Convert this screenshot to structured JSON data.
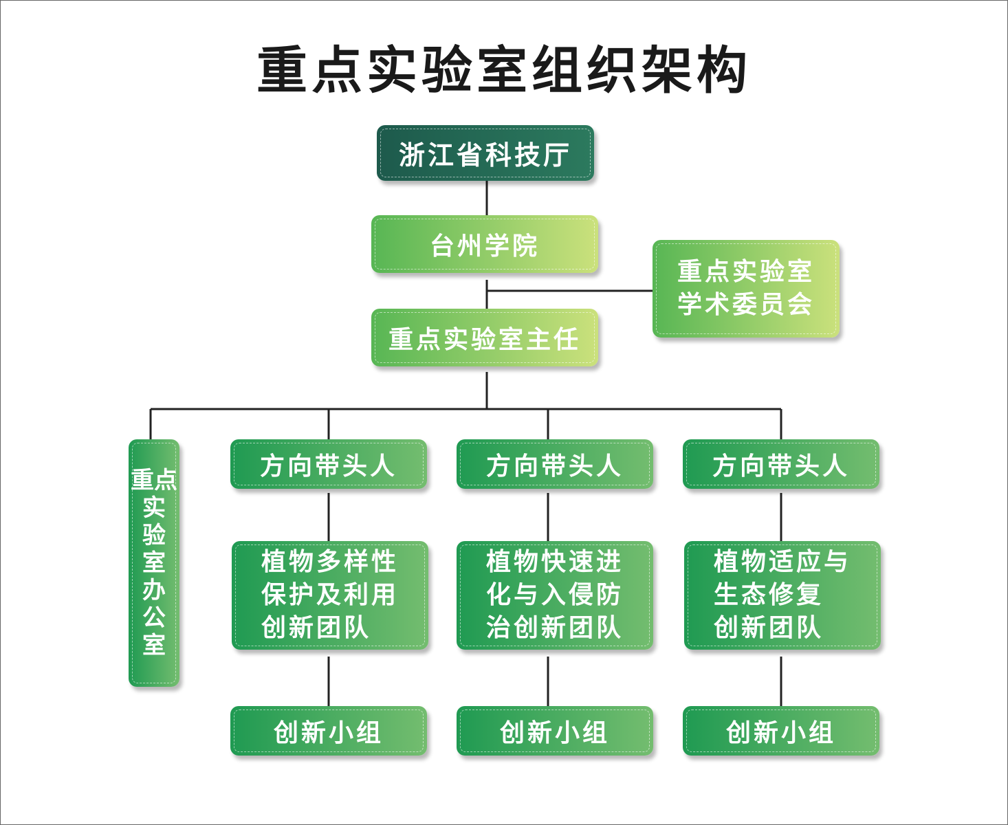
{
  "title": "重点实验室组织架构",
  "nodes": {
    "dept": "浙江省科技厅",
    "college": "台州学院",
    "committee": "重点实验室\n学术委员会",
    "director": "重点实验室主任",
    "office": "重点\n实\n验\n室\n办\n公\n室",
    "leaders": [
      "方向带头人",
      "方向带头人",
      "方向带头人"
    ],
    "teams": [
      "植物多样性\n保护及利用\n创新团队",
      "植物快速进\n化与入侵防\n治创新团队",
      "植物适应与\n生态修复\n创新团队"
    ],
    "groups": [
      "创新小组",
      "创新小组",
      "创新小组"
    ]
  },
  "colors": {
    "dark": "#1d5a4c",
    "green": "#1f9a52",
    "light": "#cbe17c",
    "line": "#222222"
  }
}
